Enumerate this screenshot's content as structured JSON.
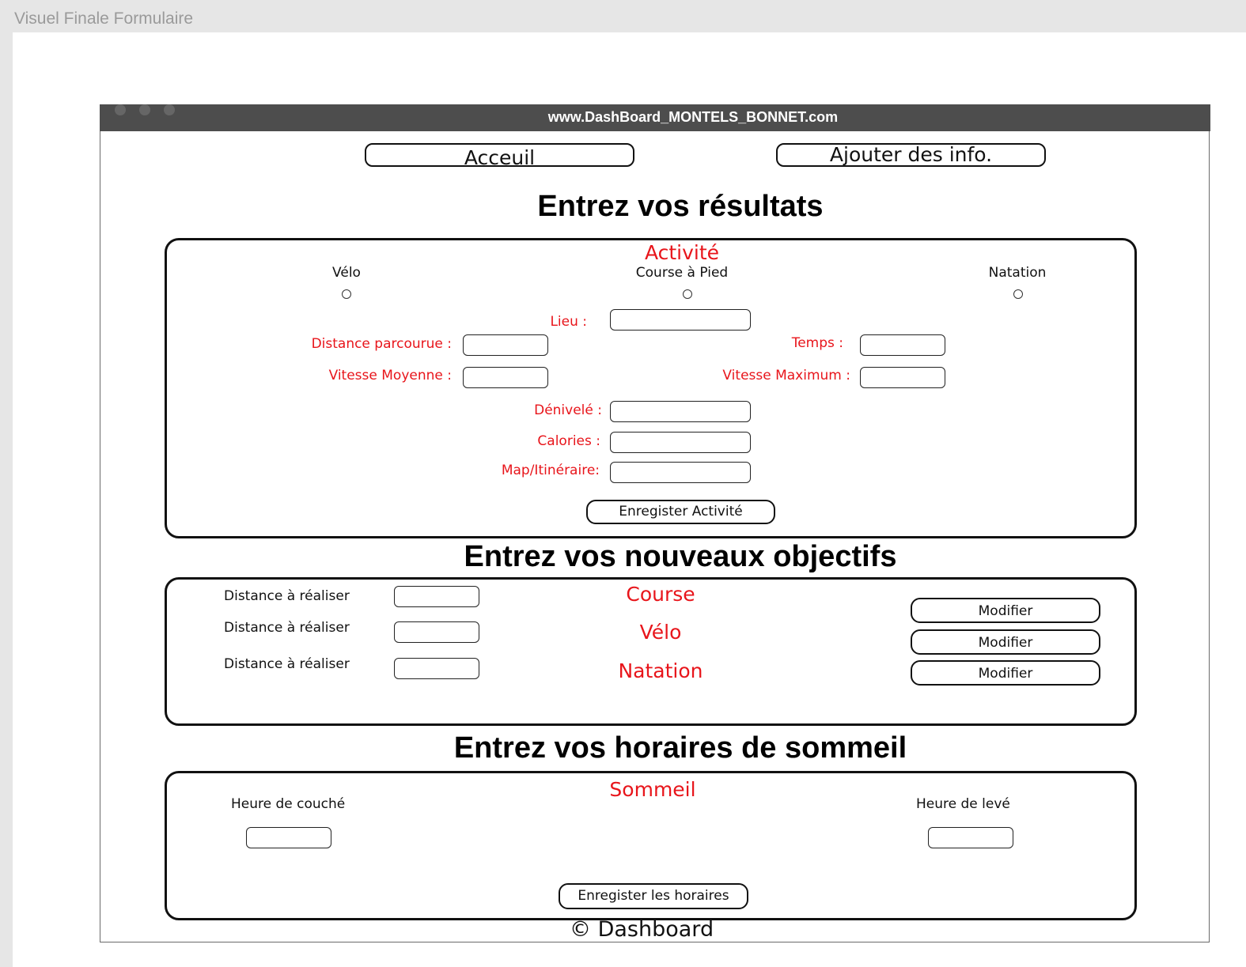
{
  "frame": {
    "title": "Visuel Finale Formulaire"
  },
  "browser": {
    "url": "www.DashBoard_MONTELS_BONNET.com"
  },
  "nav": {
    "home_label": "Acceuil",
    "add_info_label": "Ajouter des info."
  },
  "results": {
    "heading": "Entrez vos résultats",
    "section_label": "Activité",
    "activities": [
      "Vélo",
      "Course à Pied",
      "Natation"
    ],
    "fields": {
      "lieu": "Lieu :",
      "distance": "Distance parcourue :",
      "temps": "Temps :",
      "vitesse_moyenne": "Vitesse Moyenne  :",
      "vitesse_max": "Vitesse Maximum :",
      "denivele": "Dénivelé :",
      "calories": "Calories :",
      "map": "Map/Itinéraire:"
    },
    "save_label": "Enregister Activité"
  },
  "objectives": {
    "heading": "Entrez vos nouveaux objectifs",
    "rows": [
      {
        "label": "Distance à réaliser",
        "sport": "Course",
        "button": "Modifier"
      },
      {
        "label": "Distance à réaliser",
        "sport": "Vélo",
        "button": "Modifier"
      },
      {
        "label": "Distance à réaliser",
        "sport": "Natation",
        "button": "Modifier"
      }
    ]
  },
  "sleep": {
    "heading": "Entrez vos horaires de sommeil",
    "section_label": "Sommeil",
    "bedtime_label": "Heure de couché",
    "wake_label": "Heure de levé",
    "save_label": "Enregister les horaires"
  },
  "footer": {
    "copyright_symbol": "©",
    "text": "Dashboard"
  },
  "colors": {
    "accent_red": "#e8151b",
    "titlebar": "#4d4d4d"
  }
}
